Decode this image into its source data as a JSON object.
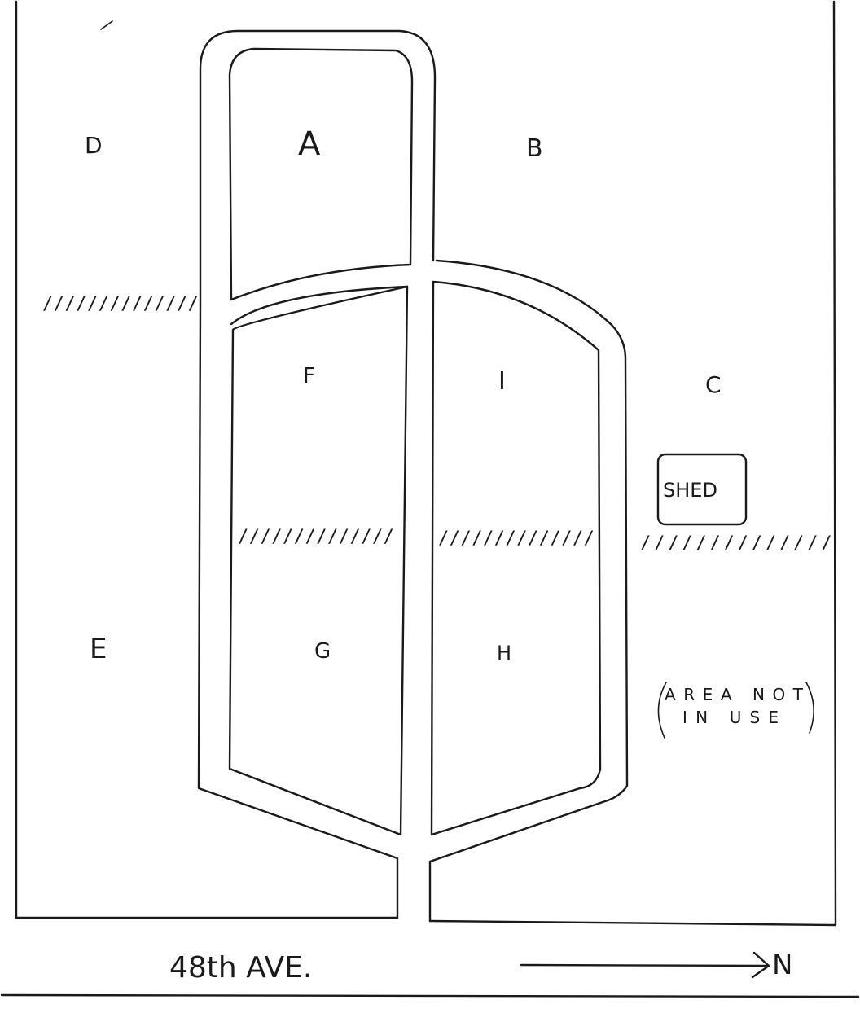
{
  "areas": {
    "A": "A",
    "B": "B",
    "C": "C",
    "D": "D",
    "E": "E",
    "F": "F",
    "G": "G",
    "H": "H",
    "I": "I"
  },
  "shed_label": "SHED",
  "note": {
    "line1": "AREA NOT",
    "line2": "IN USE"
  },
  "street_label": "48th AVE.",
  "north_label": "N",
  "hatch_marks": "//////////////"
}
